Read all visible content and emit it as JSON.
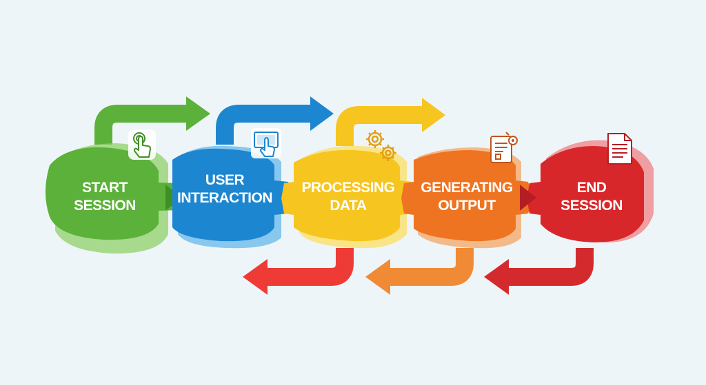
{
  "diagram": {
    "stages": [
      {
        "id": "start",
        "line1": "START",
        "line2": "SESSION",
        "color": "#5cb13a",
        "light": "#8fd06a",
        "icon": "touch-hand-icon"
      },
      {
        "id": "user",
        "line1": "USER",
        "line2": "INTERACTION",
        "color": "#1c86d0",
        "light": "#5db4ea",
        "icon": "touchscreen-icon"
      },
      {
        "id": "processing",
        "line1": "PROCESSING",
        "line2": "DATA",
        "color": "#f6c51f",
        "light": "#fbe06a",
        "icon": "gears-icon"
      },
      {
        "id": "generating",
        "line1": "GENERATING",
        "line2": "OUTPUT",
        "color": "#ee7422",
        "light": "#f6a463",
        "icon": "document-settings-icon"
      },
      {
        "id": "end",
        "line1": "END",
        "line2": "SESSION",
        "color": "#d8272b",
        "light": "#ef7a7d",
        "icon": "document-icon"
      }
    ],
    "forward_arrow_colors": [
      "#5cb13a",
      "#1c86d0",
      "#f6c51f"
    ],
    "return_arrow_colors": [
      "#ef3b35",
      "#f08a35",
      "#d42a2e"
    ]
  }
}
